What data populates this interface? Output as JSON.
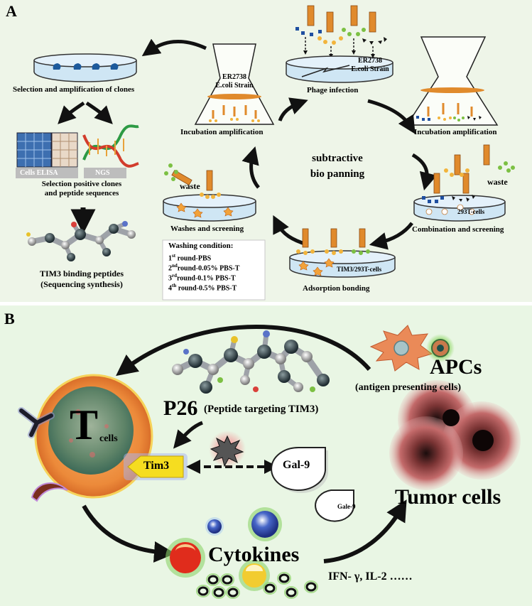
{
  "panel_a": {
    "label": "A",
    "selection_amplification": "Selection and amplification of clones",
    "cells_elisa": "Cells ELISA",
    "ngs": "NGS",
    "selection_positive_line1": "Selection positive clones",
    "selection_positive_line2": "and peptide sequences",
    "binding_line1": "TIM3 binding peptides",
    "binding_line2": "(Sequencing synthesis)",
    "flask_left_line1": "ER2738",
    "flask_left_line2": "E.coli Strain",
    "incubation_left": "Incubation amplification",
    "dish_top_line1": "ER2738",
    "dish_top_line2": "E.coli Strain",
    "phage_infection": "Phage infection",
    "incubation_right": "Incubation amplification",
    "center_line1": "subtractive",
    "center_line2": "bio panning",
    "waste_left": "waste",
    "waste_right": "waste",
    "cells_293t": "293T-cells",
    "combination": "Combination and screening",
    "washes": "Washes and screening",
    "dish_bottom": "TIM3/293T-cells",
    "adsorption": "Adsorption bonding",
    "washing": {
      "title": "Washing condition:",
      "rounds": [
        {
          "num": "1",
          "sup": "st",
          "text": " round-PBS"
        },
        {
          "num": "2",
          "sup": "nd",
          "text": "round-0.05% PBS-T"
        },
        {
          "num": "3",
          "sup": "rd",
          "text": "round-0.1% PBS-T"
        },
        {
          "num": "4",
          "sup": "th",
          "text": " round-0.5% PBS-T"
        }
      ]
    }
  },
  "panel_b": {
    "label": "B",
    "t_big": "T",
    "t_small": "cells",
    "apcs": "APCs",
    "apcs_sub": "(antigen presenting cells)",
    "p26": "P26",
    "p26_sub": "(Peptide targeting TIM3)",
    "tim3": "Tim3",
    "gal9": "Gal-9",
    "gale9": "Gale-9",
    "tumor": "Tumor cells",
    "cytokines": "Cytokines",
    "ifn": "IFN- γ, IL-2 ……"
  },
  "colors": {
    "arrow": "#111111",
    "phage_orange": "#e08a2c",
    "dish_blue": "#cfe6f4",
    "cell_orange": "#ee8a3c",
    "tim3_yellow": "#f5dd20",
    "tumor_red": "#b65a5a"
  }
}
